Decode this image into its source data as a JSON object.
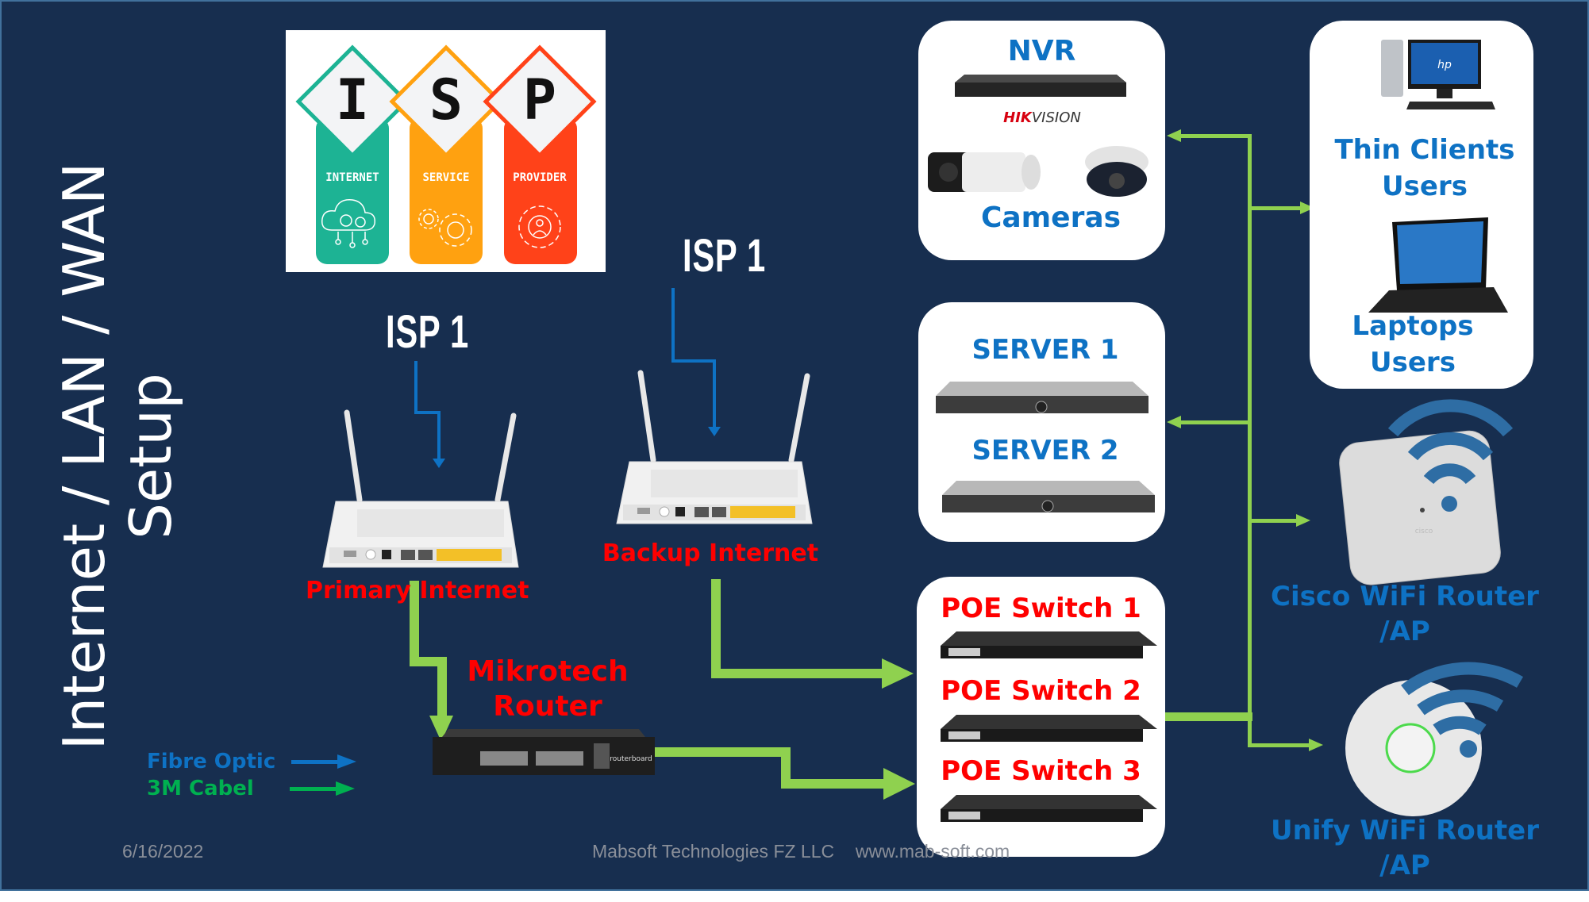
{
  "slide": {
    "title_line1": "Internet / LAN / WAN",
    "title_line2": "Setup",
    "background_color": "#172E4F",
    "border_color": "#41719C"
  },
  "isp_logo": {
    "letters": [
      "I",
      "S",
      "P"
    ],
    "words": [
      "INTERNET",
      "SERVICE",
      "PROVIDER"
    ],
    "colors": [
      "#1DB394",
      "#FFA110",
      "#FF4219"
    ],
    "icons": [
      "cloud-gears-icon",
      "gears-icon",
      "gear-person-icon"
    ]
  },
  "isp_labels": {
    "primary_isp": "ISP 1",
    "backup_isp": "ISP 1"
  },
  "devices": {
    "primary_router_label": "Primary Internet",
    "backup_router_label": "Backup Internet",
    "mikrotik_label_line1": "Mikrotech",
    "mikrotik_label_line2": "Router",
    "mikrotik_brand": "routerboard"
  },
  "cards": {
    "nvr": {
      "title": "NVR",
      "brand_red": "HIK",
      "brand_rest": "VISION",
      "caption": "Cameras"
    },
    "servers": {
      "server1": "SERVER 1",
      "server2": "SERVER 2"
    },
    "poe": {
      "switch1": "POE Switch 1",
      "switch2": "POE Switch 2",
      "switch3": "POE Switch 3"
    },
    "clients": {
      "thin_line1": "Thin Clients",
      "thin_line2": "Users",
      "laptop_line1": "Laptops",
      "laptop_line2": "Users",
      "monitor_brand": "hp"
    }
  },
  "access_points": {
    "cisco_line1": "Cisco WiFi Router",
    "cisco_line2": "/AP",
    "cisco_brand": "cisco",
    "unify_line1": "Unify WiFi Router",
    "unify_line2": "/AP"
  },
  "legend": {
    "items": [
      {
        "label": "Fibre Optic",
        "color": "#0E72C4"
      },
      {
        "label": "3M Cabel",
        "color": "#00B050"
      }
    ]
  },
  "colors": {
    "fibre": "#0E72C4",
    "lan_link": "#8FD14F",
    "label_blue": "#0E72C4",
    "label_red": "#FF0000",
    "wifi_icon": "#2E6DA4"
  },
  "footer": {
    "date": "6/16/2022",
    "company": "Mabsoft Technologies FZ LLC",
    "website": "www.mab-soft.com"
  }
}
